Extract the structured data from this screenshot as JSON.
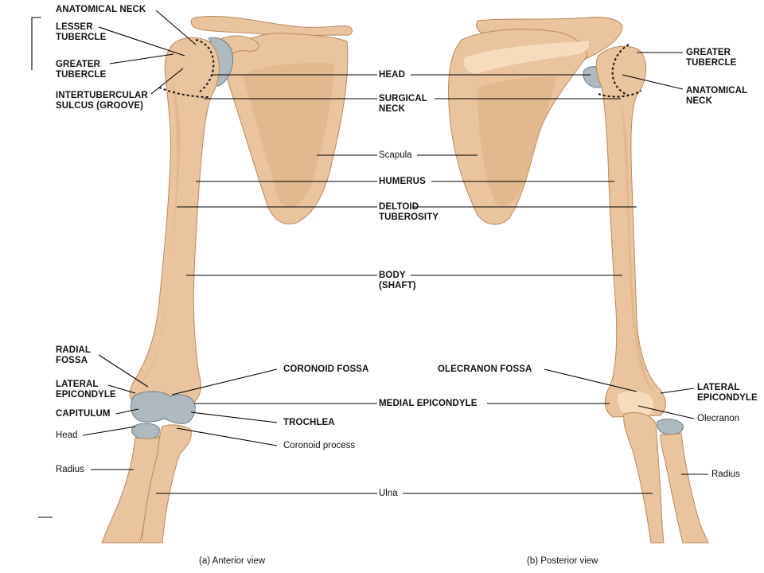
{
  "labels": {
    "anatomical_neck_a": "ANATOMICAL NECK",
    "lesser_tubercle": "LESSER\nTUBERCLE",
    "greater_tubercle_a": "GREATER\nTUBERCLE",
    "intertubercular_sulcus": "INTERTUBERCULAR\nSULCUS (GROOVE)",
    "head": "HEAD",
    "surgical_neck": "SURGICAL\nNECK",
    "scapula": "Scapula",
    "humerus": "HUMERUS",
    "deltoid_tuberosity": "DELTOID\nTUBEROSITY",
    "body_shaft": "BODY\n(SHAFT)",
    "radial_fossa": "RADIAL\nFOSSA",
    "lateral_epicondyle_a": "LATERAL\nEPICONDYLE",
    "capitulum": "CAPITULUM",
    "head_radius": "Head",
    "radius_a": "Radius",
    "coronoid_fossa": "CORONOID FOSSA",
    "medial_epicondyle": "MEDIAL EPICONDYLE",
    "trochlea": "TROCHLEA",
    "coronoid_process": "Coronoid process",
    "ulna": "Ulna",
    "olecranon_fossa": "OLECRANON FOSSA",
    "greater_tubercle_b": "GREATER\nTUBERCLE",
    "anatomical_neck_b": "ANATOMICAL\nNECK",
    "lateral_epicondyle_b": "LATERAL\nEPICONDYLE",
    "olecranon": "Olecranon",
    "radius_b": "Radius"
  },
  "captions": {
    "anterior": "(a) Anterior view",
    "posterior": "(b) Posterior view"
  },
  "colors": {
    "bone": "#e9c49e",
    "bone_shadow": "#d9ab7c",
    "cartilage": "#aeb9c0",
    "text": "#111111"
  }
}
